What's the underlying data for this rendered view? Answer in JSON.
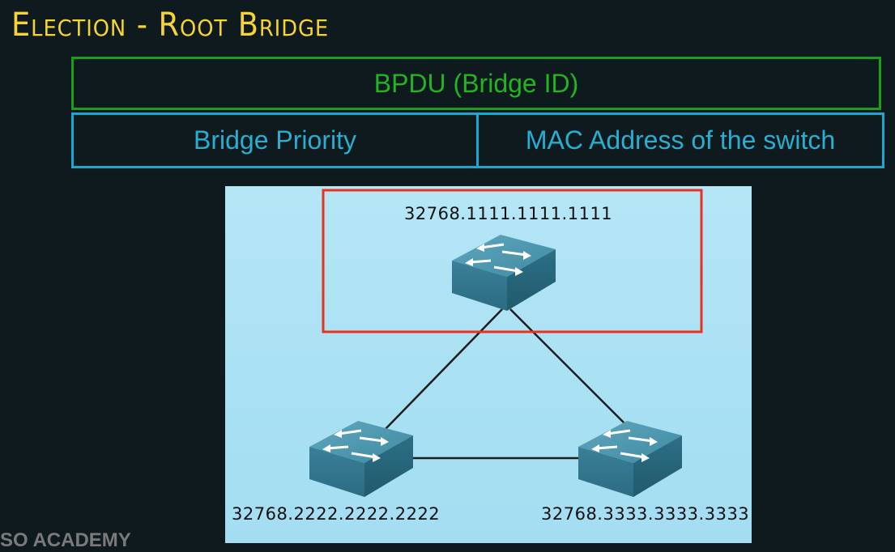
{
  "title": "Election - Root Bridge",
  "bpdu_header": "BPDU (Bridge ID)",
  "fields": {
    "priority": "Bridge Priority",
    "mac": "MAC Address of the switch"
  },
  "switches": {
    "root": "32768.1111.1111.1111",
    "left": "32768.2222.2222.2222",
    "right": "32768.3333.3333.3333"
  },
  "highlight_color": "#e8321e",
  "watermark": "SO ACADEMY"
}
